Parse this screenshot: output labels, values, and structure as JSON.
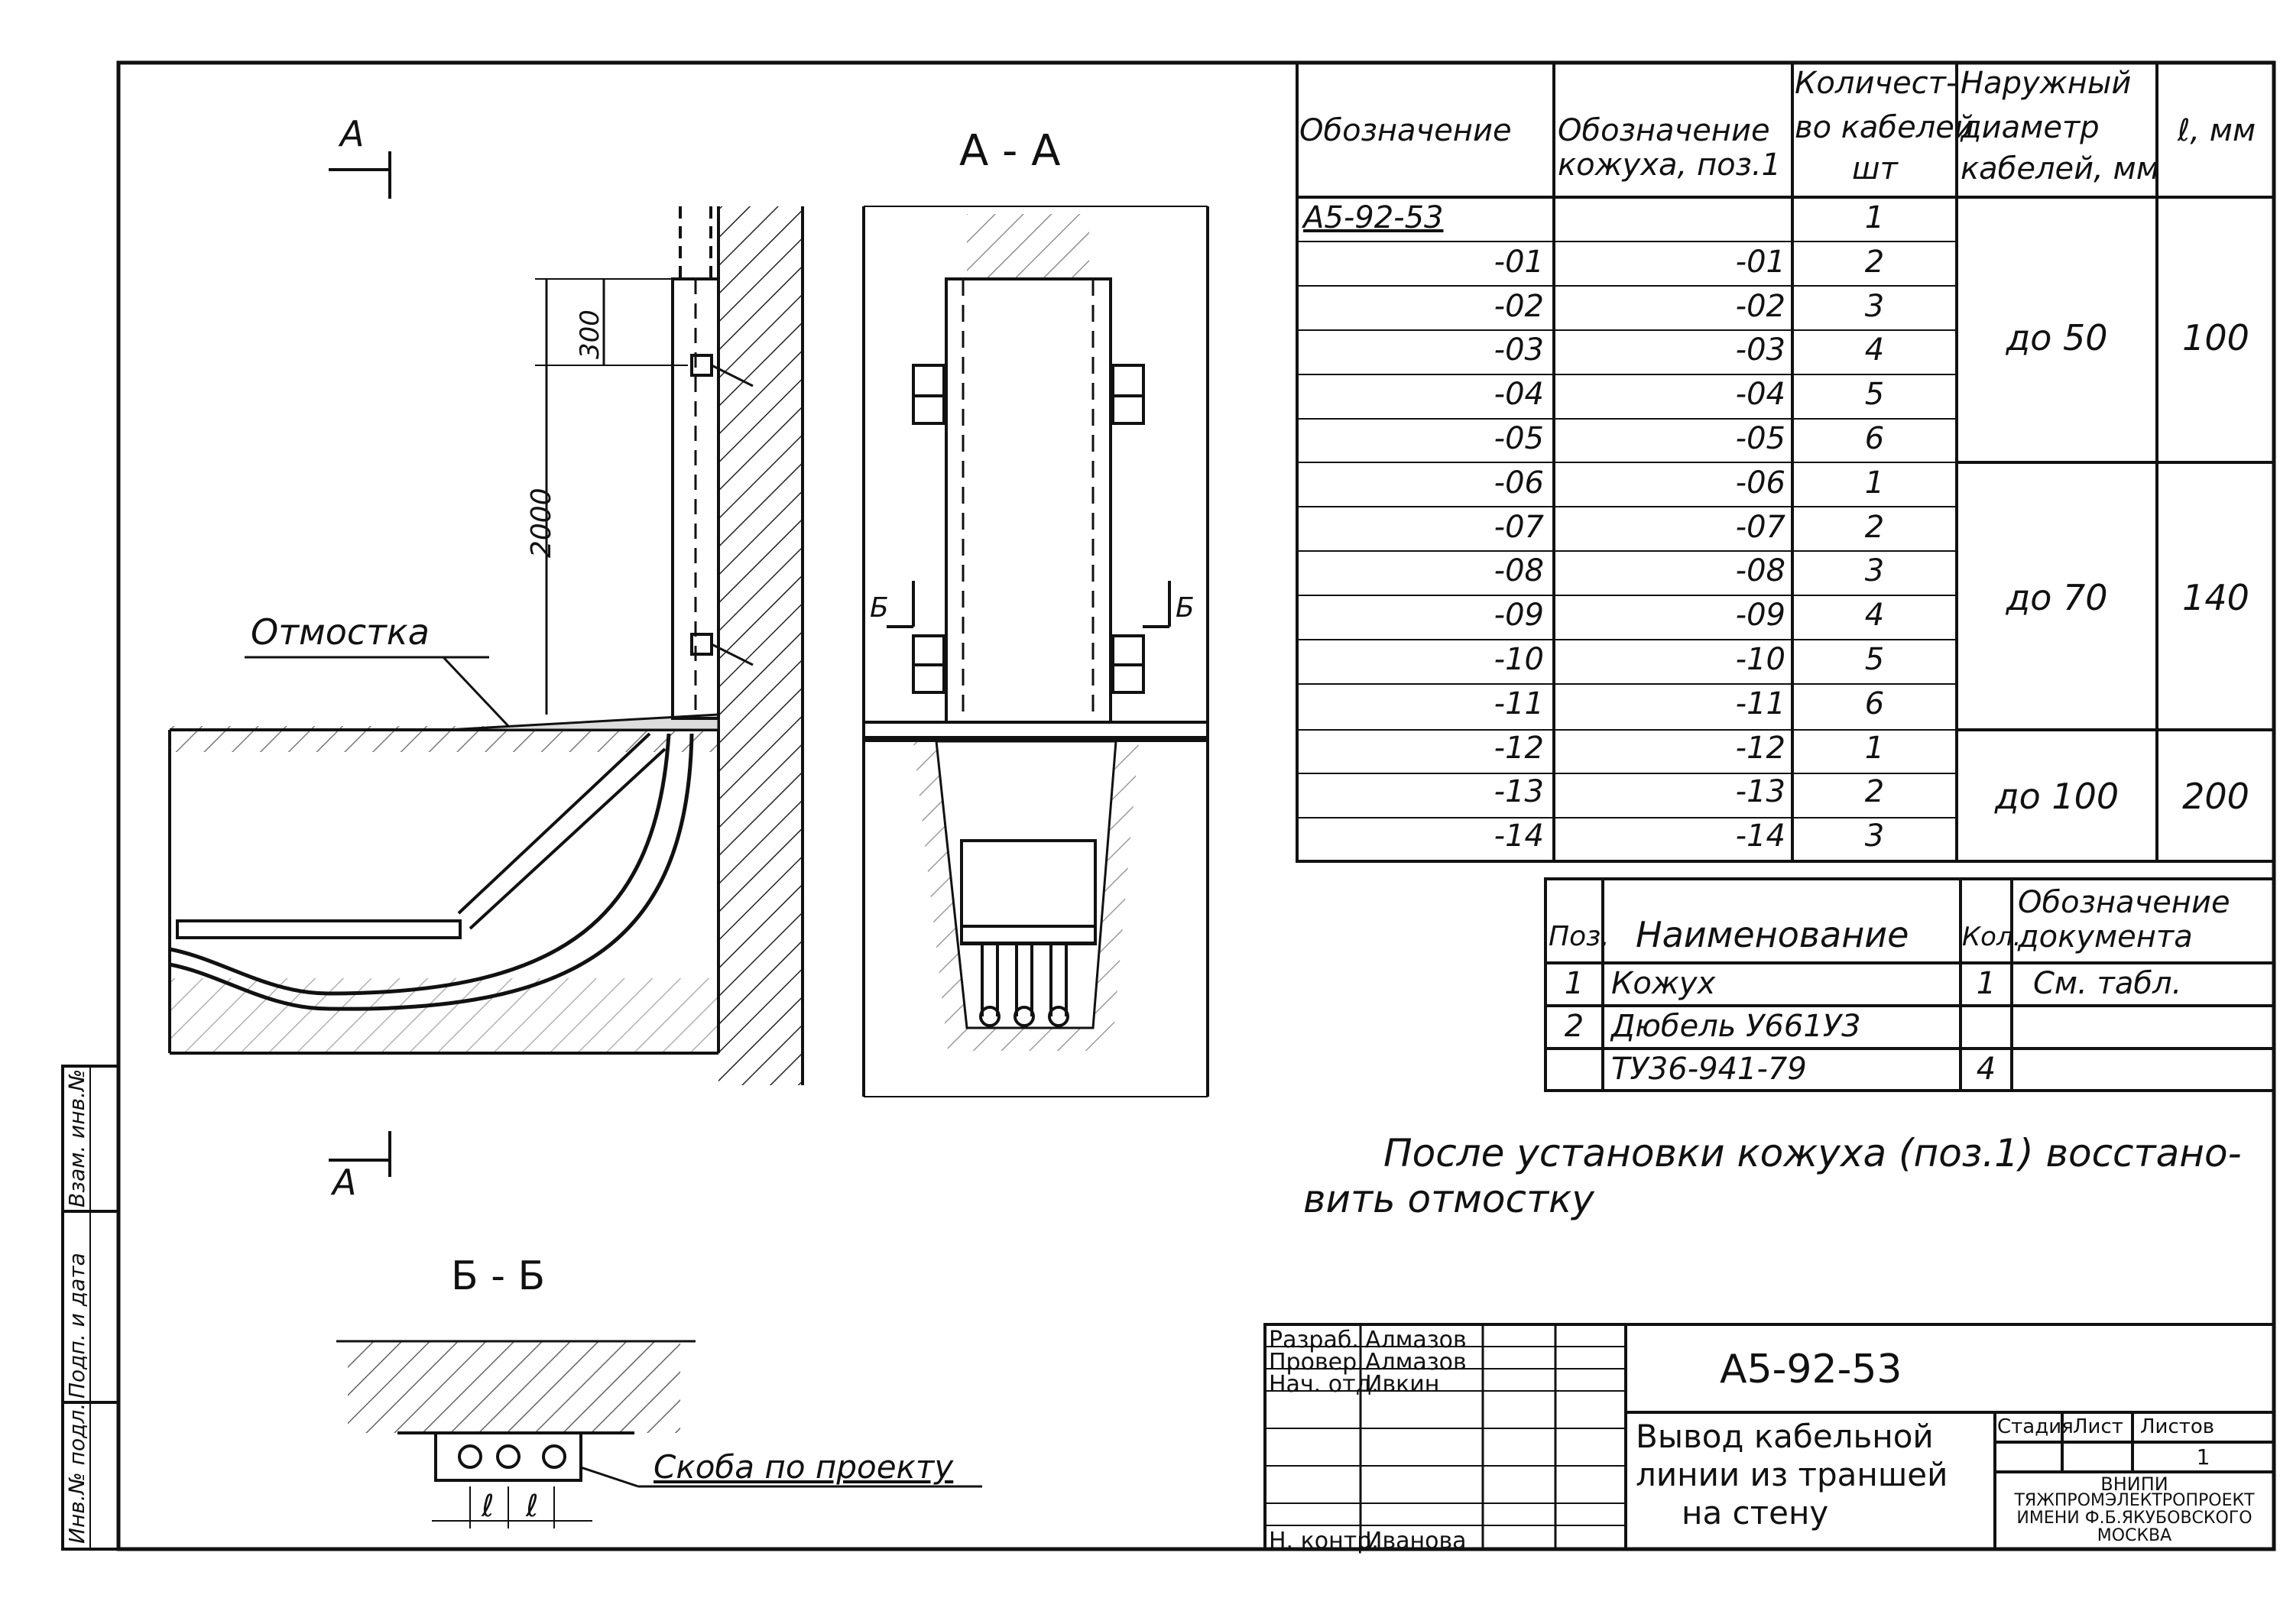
{
  "views": {
    "section_mark": "А",
    "section_aa_title": "А - А",
    "section_bb_title": "Б - Б",
    "section_b_mark": "Б",
    "dim_300": "300",
    "dim_2000": "2000",
    "label_otmostka": "Отмостка",
    "label_skoba": "Скоба по проекту",
    "dim_l": "ℓ"
  },
  "variants_table": {
    "headers": {
      "designation": "Обозначение",
      "casing_designation": [
        "Обозначение",
        "кожуха, поз.1"
      ],
      "cable_count": [
        "Количест-",
        "во кабелей",
        "шт"
      ],
      "outer_diameter": [
        "Наружный",
        "диаметр",
        "кабелей, мм"
      ],
      "l_mm": "ℓ, мм"
    },
    "rows": [
      {
        "designation": "А5-92-53",
        "casing": "",
        "count": "1"
      },
      {
        "designation": "-01",
        "casing": "-01",
        "count": "2"
      },
      {
        "designation": "-02",
        "casing": "-02",
        "count": "3"
      },
      {
        "designation": "-03",
        "casing": "-03",
        "count": "4"
      },
      {
        "designation": "-04",
        "casing": "-04",
        "count": "5"
      },
      {
        "designation": "-05",
        "casing": "-05",
        "count": "6"
      },
      {
        "designation": "-06",
        "casing": "-06",
        "count": "1"
      },
      {
        "designation": "-07",
        "casing": "-07",
        "count": "2"
      },
      {
        "designation": "-08",
        "casing": "-08",
        "count": "3"
      },
      {
        "designation": "-09",
        "casing": "-09",
        "count": "4"
      },
      {
        "designation": "-10",
        "casing": "-10",
        "count": "5"
      },
      {
        "designation": "-11",
        "casing": "-11",
        "count": "6"
      },
      {
        "designation": "-12",
        "casing": "-12",
        "count": "1"
      },
      {
        "designation": "-13",
        "casing": "-13",
        "count": "2"
      },
      {
        "designation": "-14",
        "casing": "-14",
        "count": "3"
      }
    ],
    "groups": [
      {
        "diameter": "до 50",
        "l": "100"
      },
      {
        "diameter": "до 70",
        "l": "140"
      },
      {
        "diameter": "до 100",
        "l": "200"
      }
    ]
  },
  "spec_table": {
    "headers": {
      "pos": "Поз.",
      "name": "Наименование",
      "qty": "Кол.",
      "doc": [
        "Обозначение",
        "документа"
      ]
    },
    "rows": [
      {
        "pos": "1",
        "name": "Кожух",
        "qty": "1",
        "doc": "См. табл."
      },
      {
        "pos": "2",
        "name": "Дюбель У661У3",
        "qty": "",
        "doc": ""
      },
      {
        "pos": "",
        "name": "ТУ36-941-79",
        "qty": "4",
        "doc": ""
      }
    ]
  },
  "note": [
    "После установки кожуха (поз.1) восстано-",
    "вить отмостку"
  ],
  "title_block": {
    "code": "А5-92-53",
    "title": [
      "Вывод кабельной",
      "линии из траншей",
      "на стену"
    ],
    "roles": [
      {
        "role": "Разраб.",
        "name": "Алмазов"
      },
      {
        "role": "Провер.",
        "name": "Алмазов"
      },
      {
        "role": "Нач. отд.",
        "name": "Ивкин"
      },
      {
        "role": "Н. контр.",
        "name": "Иванова"
      }
    ],
    "stage_header": "Стадия",
    "sheet_header": "Лист",
    "sheets_header": "Листов",
    "sheets_count": "1",
    "org": [
      "ВНИПИ",
      "ТЯЖПРОМЭЛЕКТРОПРОЕКТ",
      "ИМЕНИ Ф.Б.ЯКУБОВСКОГО",
      "МОСКВА"
    ]
  },
  "margin_stamp": [
    "Инв.№ подл.",
    "Подп. и дата",
    "Взам. инв.№"
  ]
}
